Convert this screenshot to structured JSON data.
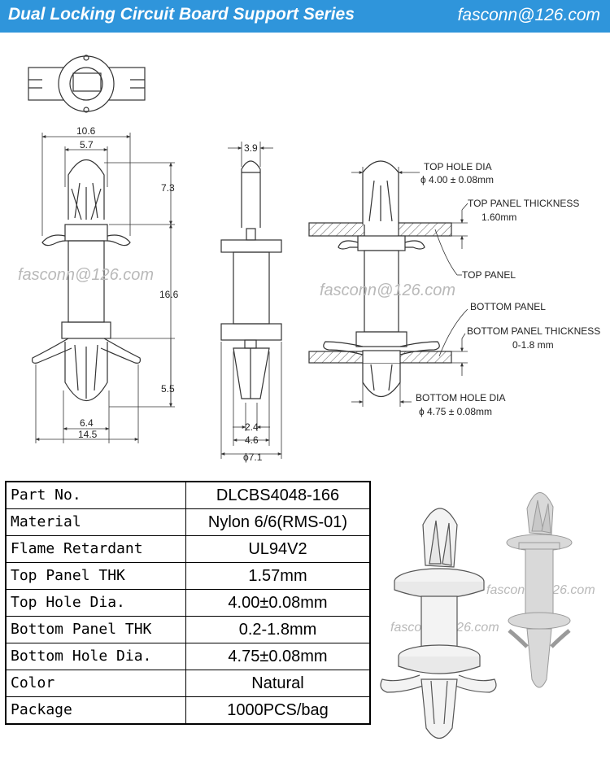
{
  "header": {
    "title": "Dual Locking Circuit Board Support   Series",
    "email": "fasconn@126.com",
    "bg_color": "#2f95db"
  },
  "watermarks": [
    "fasconn@126.com",
    "fasconn@126.com",
    "fasconn@126.com",
    "fasconn@126.com"
  ],
  "dimensions": {
    "front": {
      "width_10_6": "10.6",
      "width_5_7": "5.7",
      "h_7_3": "7.3",
      "h_16_6": "16.6",
      "h_5_5": "5.5",
      "w_6_4": "6.4",
      "w_14_5": "14.5"
    },
    "side": {
      "w_3_9": "3.9",
      "w_2_4": "2.4",
      "w_4_6": "4.6",
      "d_7_1": "ϕ7.1"
    },
    "assembly": {
      "top_hole_dia_label": "TOP HOLE DIA",
      "top_hole_dia_value": "ϕ 4.00 ± 0.08mm",
      "top_panel_thk_label": "TOP PANEL THICKNESS",
      "top_panel_thk_value": "1.60mm",
      "top_panel_label": "TOP PANEL",
      "bottom_panel_label": "BOTTOM PANEL",
      "bottom_panel_thk_label": "BOTTOM PANEL THICKNESS",
      "bottom_panel_thk_value": "0-1.8 mm",
      "bottom_hole_dia_label": "BOTTOM HOLE DIA",
      "bottom_hole_dia_value": "ϕ 4.75 ± 0.08mm"
    }
  },
  "spec_table": {
    "rows": [
      {
        "label": "Part No.",
        "value": "DLCBS4048-166"
      },
      {
        "label": "Material",
        "value": "Nylon 6/6(RMS-01)"
      },
      {
        "label": "Flame Retardant",
        "value": "UL94V2"
      },
      {
        "label": "Top Panel THK",
        "value": "1.57mm"
      },
      {
        "label": "Top Hole Dia.",
        "value": "4.00±0.08mm"
      },
      {
        "label": "Bottom Panel THK",
        "value": "0.2-1.8mm"
      },
      {
        "label": "Bottom Hole Dia.",
        "value": "4.75±0.08mm"
      },
      {
        "label": "Color",
        "value": "Natural"
      },
      {
        "label": "Package",
        "value": "1000PCS/bag"
      }
    ]
  }
}
